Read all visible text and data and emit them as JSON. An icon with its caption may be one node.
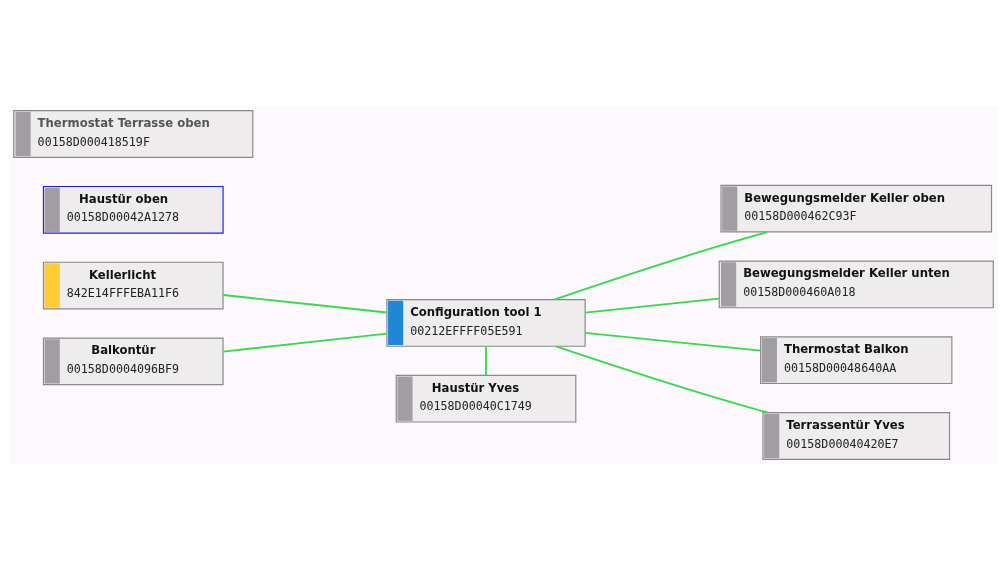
{
  "diagram": {
    "nodes": [
      {
        "text": [
          "Bewegungsmelder Keller oben",
          "00158D000462C93F"
        ]
      },
      {
        "text": [
          "Kellerlicht",
          "842E14FFFEBA11F6"
        ]
      },
      {
        "text": [
          "Bewegungsmelder Keller unten",
          "00158D000460A018"
        ]
      },
      {
        "text": [
          "Haustür oben",
          "00158D00042A1278"
        ]
      },
      {
        "text": [
          "Thermostat Balkon",
          "00158D00048640AA"
        ]
      },
      {
        "text": [
          "Thermostat Terrasse oben",
          "00158D000418519F"
        ]
      },
      {
        "text": [
          "Configuration tool 1",
          "00212EFFFF05E591"
        ]
      },
      {
        "text": [
          "Terrassentür Yves",
          "00158D00040420E7"
        ]
      },
      {
        "text": [
          "Haustür Yves",
          "00158D00040C1749"
        ]
      },
      {
        "text": [
          "Balkontür",
          "00158D0004096BF9"
        ]
      }
    ],
    "edges": [
      {
        "from": 1,
        "to": 6,
        "arrow": "none"
      },
      {
        "from": 9,
        "to": 6,
        "arrow": "none"
      },
      {
        "from": 6,
        "to": 0,
        "arrow": "none"
      },
      {
        "from": 6,
        "to": 2,
        "arrow": "none"
      },
      {
        "from": 6,
        "to": 4,
        "arrow": "none"
      },
      {
        "from": 6,
        "to": 7,
        "arrow": "none"
      },
      {
        "from": 6,
        "to": 8,
        "arrow": "none"
      }
    ]
  }
}
